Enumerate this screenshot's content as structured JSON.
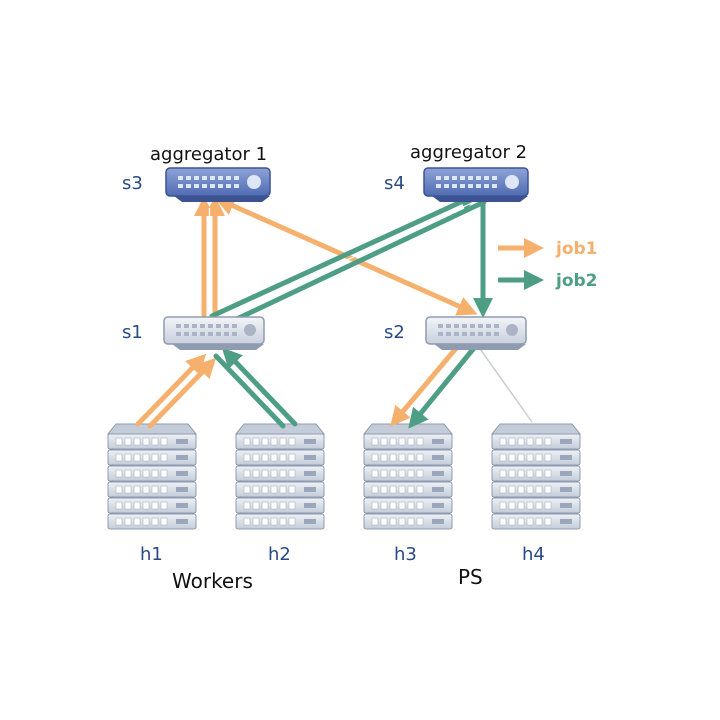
{
  "aggregators": [
    {
      "label": "aggregator 1",
      "switch": "s3"
    },
    {
      "label": "aggregator 2",
      "switch": "s4"
    }
  ],
  "switches": [
    "s3",
    "s4",
    "s1",
    "s2"
  ],
  "hosts": [
    "h1",
    "h2",
    "h3",
    "h4"
  ],
  "groups": {
    "workers": "Workers",
    "ps": "PS"
  },
  "legend": [
    {
      "label": "job1",
      "color": "#f5b06d"
    },
    {
      "label": "job2",
      "color": "#4e9e86"
    }
  ],
  "colors": {
    "job1": "#f5b06d",
    "job2": "#4e9e86",
    "agg_switch": "#5d79bd",
    "tor_switch": "#dde3ee",
    "server": "#d8dde6",
    "node_label": "#2a4a86"
  }
}
